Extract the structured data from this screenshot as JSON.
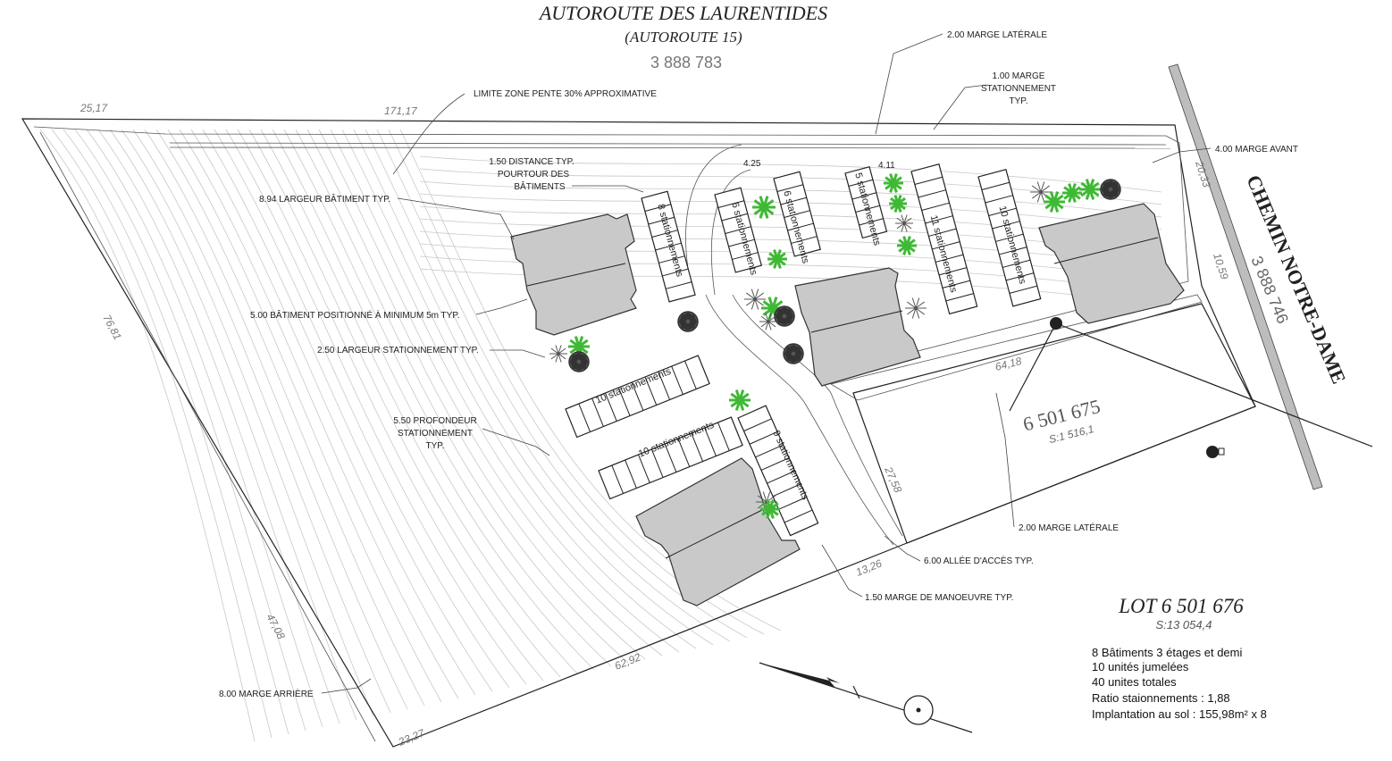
{
  "highway": {
    "name": "AUTOROUTE DES LAURENTIDES",
    "subtitle": "(AUTOROUTE 15)",
    "lot_number": "3 888 783"
  },
  "road": {
    "name": "CHEMIN NOTRE-DAME",
    "lot_number": "3 888 746"
  },
  "notes": {
    "marge_laterale_top": "2.00 MARGE LATÉRALE",
    "marge_stationnement_1": "1.00 MARGE",
    "marge_stationnement_2": "STATIONNEMENT",
    "marge_stationnement_3": "TYP.",
    "limite_pente": "LIMITE ZONE PENTE 30% APPROXIMATIVE",
    "marge_avant": "4.00 MARGE AVANT",
    "distance_1": "1.50 DISTANCE TYP.",
    "distance_2": "POURTOUR DES",
    "distance_3": "BÂTIMENTS",
    "largeur_batiment": "8.94 LARGEUR BÂTIMENT TYP.",
    "batiment_positionne": "5.00 BÂTIMENT POSITIONNÉ À MINIMUM 5m TYP.",
    "largeur_stationnement": "2.50 LARGEUR STATIONNEMENT TYP.",
    "profondeur_1": "5.50 PROFONDEUR",
    "profondeur_2": "STATIONNEMENT",
    "profondeur_3": "TYP.",
    "marge_laterale_bottom": "2.00 MARGE LATÉRALE",
    "allee_acces": "6.00 ALLÉE D'ACCÈS TYP.",
    "marge_manoeuvre": "1.50 MARGE DE MANOEUVRE TYP.",
    "marge_arriere": "8.00 MARGE ARRIÈRE"
  },
  "dimensions": {
    "d_25_17": "25,17",
    "d_171_17": "171,17",
    "d_76_81": "76,81",
    "d_47_08": "47,08",
    "d_62_92": "62,92",
    "d_23_27": "23,27",
    "d_13_26": "13,26",
    "d_27_58": "27,58",
    "d_64_18": "64,18",
    "d_20_33": "20,33",
    "d_10_59": "10,59",
    "d_4_25": "4.25",
    "d_4_11": "4.11"
  },
  "parking": {
    "p1": "8 stationnements",
    "p2": "6 stationnements",
    "p3": "6 stationnements",
    "p4": "5 stationnements",
    "p5": "11 stationnements",
    "p6": "10 stationnements",
    "p7": "10 stationnements",
    "p8": "10 stationnements",
    "p9": "9 stationnements"
  },
  "adjacent_lot": {
    "number": "6 501 675",
    "area": "S:1 516,1"
  },
  "lot": {
    "title": "LOT 6 501 676",
    "area": "S:13 054,4"
  },
  "summary": {
    "line1": "8 Bâtiments 3 étages et demi",
    "line2": "10 unités jumelées",
    "line3": "40 unites totales",
    "line4": "Ratio staionnements : 1,88",
    "line5": "Implantation au sol : 155,98m² x 8"
  },
  "colors": {
    "building": "#c9c9c9",
    "tree_green": "#3fb935",
    "tree_dark": "#333333",
    "contour": "#c8c8c8"
  }
}
